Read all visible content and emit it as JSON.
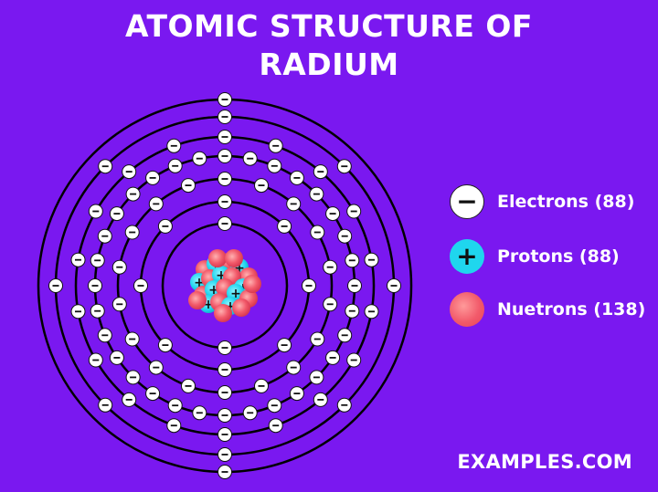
{
  "title": {
    "line1": "ATOMIC STRUCTURE OF",
    "line2": "RADIUM"
  },
  "legend": [
    {
      "key": "electron",
      "symbol": "−",
      "label": "Electrons (88)"
    },
    {
      "key": "proton",
      "symbol": "+",
      "label": "Protons (88)"
    },
    {
      "key": "neutron",
      "symbol": "",
      "label": "Nuetrons (138)"
    }
  ],
  "shells": [
    {
      "shell": 1,
      "electrons": 2
    },
    {
      "shell": 2,
      "electrons": 8
    },
    {
      "shell": 3,
      "electrons": 18
    },
    {
      "shell": 4,
      "electrons": 32
    },
    {
      "shell": 5,
      "electrons": 18
    },
    {
      "shell": 6,
      "electrons": 8
    },
    {
      "shell": 7,
      "electrons": 2
    }
  ],
  "colors": {
    "background": "#7a18f0",
    "orbit": "#000000",
    "electron_fill": "#ffffff",
    "proton": "#1fd6ee",
    "neutron": "#f25a6a"
  },
  "symbols": {
    "electron": "−",
    "proton": "+"
  },
  "watermark": "EXAMPLES.COM"
}
